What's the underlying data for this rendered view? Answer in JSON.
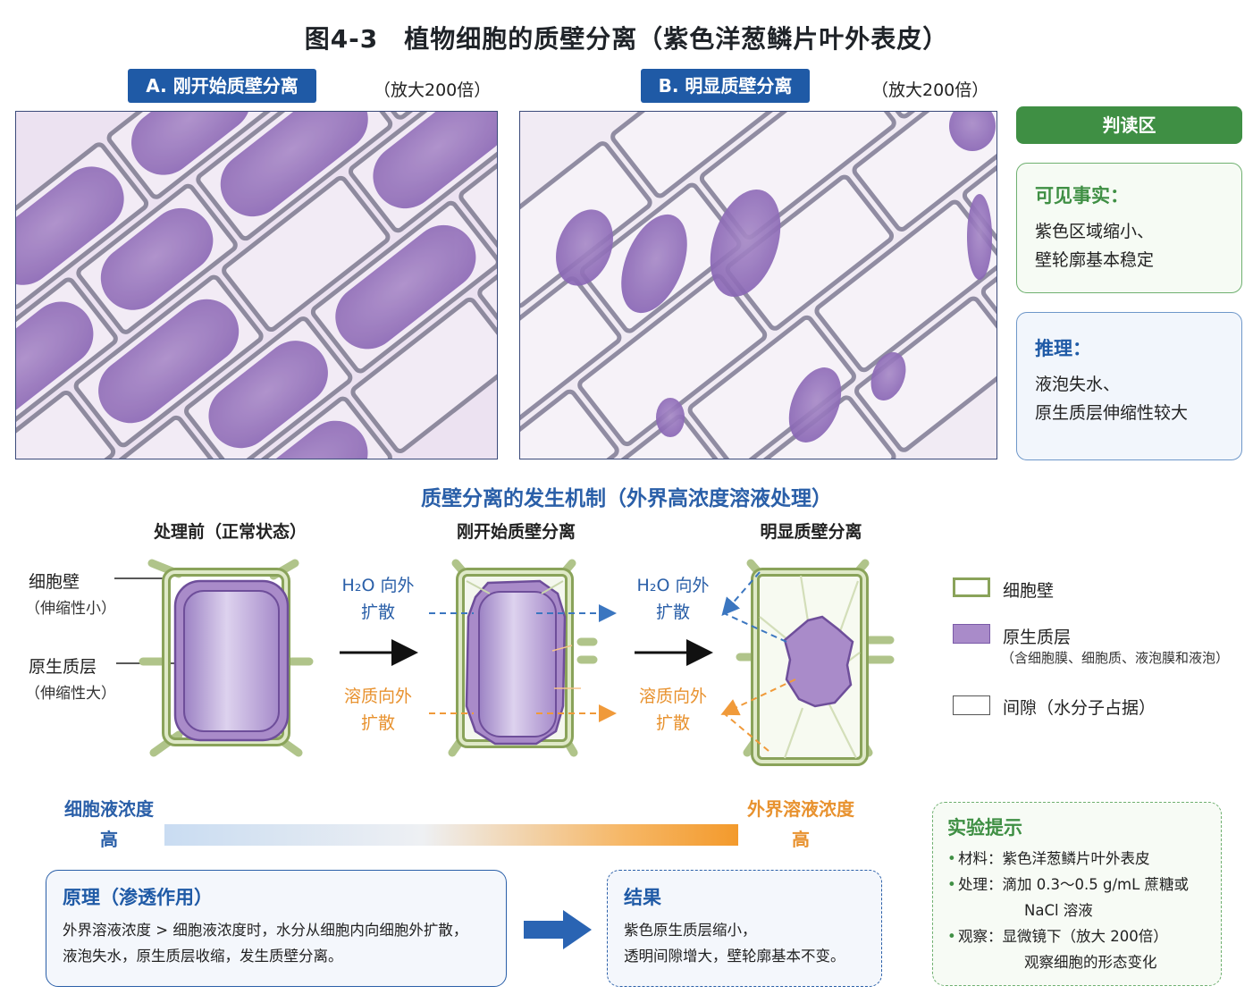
{
  "title": "图4-3　植物细胞的质壁分离（紫色洋葱鳞片叶外表皮）",
  "panel_a": {
    "tag": "A. 刚开始质壁分离",
    "magnification": "（放大200倍）"
  },
  "panel_b": {
    "tag": "B. 明显质壁分离",
    "magnification": "（放大200倍）"
  },
  "judge": {
    "header": "判读区",
    "facts": {
      "title": "可见事实：",
      "lines": [
        "紫色区域缩小、",
        "壁轮廓基本稳定"
      ]
    },
    "inference": {
      "title": "推理：",
      "lines": [
        "液泡失水、",
        "原生质层伸缩性较大"
      ]
    }
  },
  "mechanism": {
    "title": "质壁分离的发生机制（外界高浓度溶液处理）",
    "stages": [
      "处理前（正常状态）",
      "刚开始质壁分离",
      "明显质壁分离"
    ],
    "labels": {
      "cell_wall": "细胞壁",
      "cell_wall_sub": "（伸缩性小）",
      "protoplast": "原生质层",
      "protoplast_sub": "（伸缩性大）"
    },
    "flows": {
      "water_1": "H₂O 向外",
      "water_2": "扩散",
      "solute_1": "溶质向外",
      "solute_2": "扩散"
    }
  },
  "legend": {
    "cell_wall": "细胞壁",
    "protoplast": "原生质层",
    "protoplast_sub": "（含细胞膜、细胞质、液泡膜和液泡）",
    "gap": "间隙（水分子占据）"
  },
  "concentration": {
    "left_1": "细胞液浓度",
    "left_2": "高",
    "right_1": "外界溶液浓度",
    "right_2": "高"
  },
  "principle": {
    "title": "原理（渗透作用）",
    "lines": [
      "外界溶液浓度 > 细胞液浓度时，水分从细胞内向细胞外扩散，",
      "液泡失水，原生质层收缩，发生质壁分离。"
    ]
  },
  "result": {
    "title": "结果",
    "lines": [
      "紫色原生质层缩小，",
      "透明间隙增大，壁轮廓基本不变。"
    ]
  },
  "hint": {
    "title": "实验提示",
    "items": [
      {
        "key": "材料：",
        "value": "紫色洋葱鳞片叶外表皮",
        "cont": ""
      },
      {
        "key": "处理：",
        "value": "滴加 0.3～0.5 g/mL 蔗糖或",
        "cont": "NaCl 溶液"
      },
      {
        "key": "观察：",
        "value": "显微镜下（放大 200倍）",
        "cont": "观察细胞的形态变化"
      }
    ]
  },
  "colors": {
    "blue": "#1f5aa6",
    "green": "#3f8f44",
    "orange": "#e8922f",
    "wall": "#9bb468",
    "protoplast": "#a98bc9"
  }
}
